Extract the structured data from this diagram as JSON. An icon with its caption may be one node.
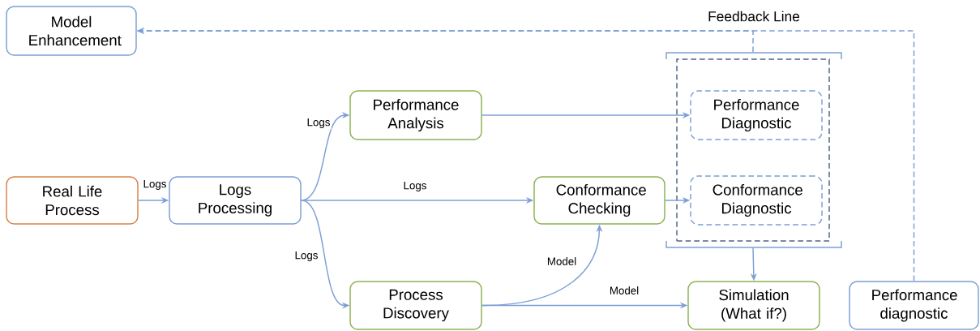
{
  "diagram": {
    "nodes": [
      {
        "text": [
          "Model Enhancement"
        ]
      },
      {
        "text": [
          "Real Life Process"
        ]
      },
      {
        "text": [
          "Logs Processing"
        ]
      },
      {
        "text": [
          "Performance Analysis"
        ]
      },
      {
        "text": [
          "Conformance Checking"
        ]
      },
      {
        "text": [
          "Process Discovery"
        ]
      },
      {
        "text": [],
        "shape": "box"
      },
      {
        "text": [
          "Performance Diagnostic"
        ],
        "in": 6
      },
      {
        "text": [
          "Conformance Diagnostic"
        ],
        "in": 6
      },
      {
        "text": [
          "Simulation (What if?)"
        ]
      },
      {
        "text": [
          "Performance diagnostic"
        ]
      }
    ],
    "edges": [
      {
        "from": 1,
        "to": 2,
        "arrow": "to",
        "label": "Logs"
      },
      {
        "from": 2,
        "to": 3,
        "arrow": "to",
        "label": "Logs"
      },
      {
        "from": 2,
        "to": 4,
        "arrow": "to",
        "label": "Logs"
      },
      {
        "from": 2,
        "to": 5,
        "arrow": "to",
        "label": "Logs"
      },
      {
        "from": 3,
        "to": 7,
        "arrow": "to"
      },
      {
        "from": 4,
        "to": 8,
        "arrow": "to"
      },
      {
        "from": 5,
        "to": 4,
        "arrow": "to",
        "label": "Model"
      },
      {
        "from": 5,
        "to": 9,
        "arrow": "to",
        "label": "Model"
      },
      {
        "from": 6,
        "to": 9,
        "arrow": "to"
      },
      {
        "from": 10,
        "to": 0,
        "arrow": "to",
        "style": "dashed"
      },
      {
        "from": 6,
        "to": 0,
        "arrow": "to",
        "style": "dashed"
      }
    ],
    "labels": [
      "Feedback Line"
    ]
  }
}
